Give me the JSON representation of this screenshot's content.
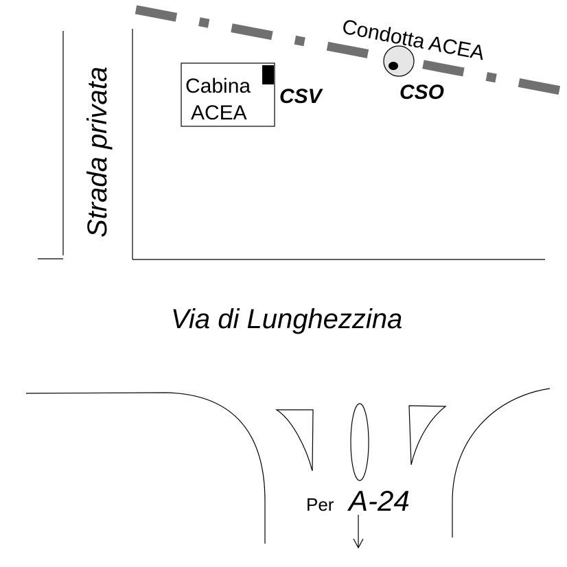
{
  "labels": {
    "pipeline": "Condotta ACEA",
    "cabin_line1": "Cabina",
    "cabin_line2": "ACEA",
    "csv": "CSV",
    "cso": "CSO",
    "private_road": "Strada privata",
    "main_road": "Via di Lunghezzina",
    "direction_prefix": "Per",
    "direction_highway": "A-24"
  },
  "icons": {
    "pipeline": "dash-dot-line",
    "cso_marker": "circle-with-dot",
    "csv_marker": "filled-rectangle",
    "direction": "arrow-down"
  },
  "colors": {
    "pipeline": "#707070",
    "marker_fill": "#e6e6e6",
    "line": "#000000",
    "background": "#ffffff"
  }
}
